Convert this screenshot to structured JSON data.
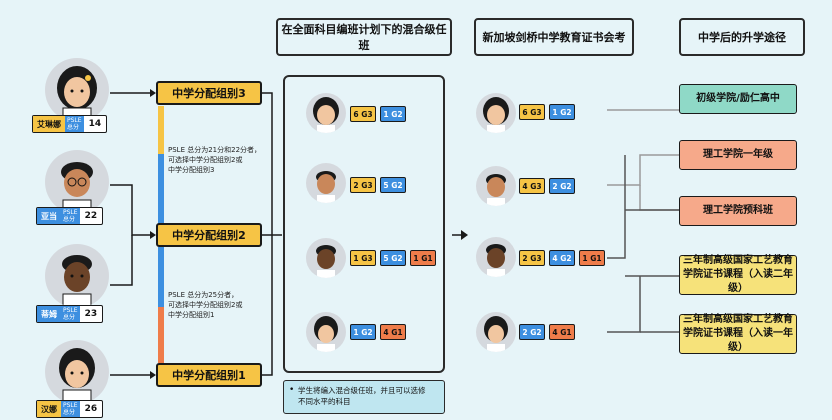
{
  "headers": {
    "col1": "在全面科目编班计划下的混合级任班",
    "col2": "新加坡剑桥中学教育证书会考",
    "col3": "中学后的升学途径"
  },
  "students": [
    {
      "name": "艾琳娜",
      "psle": "PSLE\n总分",
      "score": "14"
    },
    {
      "name": "亚当",
      "psle": "PSLE\n总分",
      "score": "22"
    },
    {
      "name": "蒂姆",
      "psle": "PSLE\n总分",
      "score": "23"
    },
    {
      "name": "汉娜",
      "psle": "PSLE\n总分",
      "score": "26"
    }
  ],
  "streams": {
    "g3": "中学分配组别3",
    "g2": "中学分配组别2",
    "g1": "中学分配组别1"
  },
  "notes": {
    "upper": "PSLE 总分为21分和22分者，\n可选择中学分配组别2或\n中学分配组别3",
    "lower": "PSLE 总分为25分者，\n可选择中学分配组别2或\n中学分配组别1"
  },
  "mixed_class": [
    [
      "6 G3",
      "1 G2"
    ],
    [
      "2 G3",
      "5 G2"
    ],
    [
      "1 G3",
      "5 G2",
      "1 G1"
    ],
    [
      "1 G2",
      "4 G1"
    ]
  ],
  "exam": [
    [
      "6 G3",
      "1 G2"
    ],
    [
      "4 G3",
      "2 G2"
    ],
    [
      "2 G3",
      "4 G2",
      "1 G1"
    ],
    [
      "2 G2",
      "4 G1"
    ]
  ],
  "footnote": "学生将编入混合级任班，并且可以选修\n不同水平的科目",
  "pathways": [
    "初级学院/励仁高中",
    "理工学院一年级",
    "理工学院预科班",
    "三年制高级国家工艺教育学院证书课程（入读二年级）",
    "三年制高级国家工艺教育学院证书课程（入读一年级）"
  ],
  "colors": {
    "g3": "#f6c445",
    "g2": "#3d8fe0",
    "g1": "#ef7c4a",
    "jc": "#8fd9c7",
    "poly": "#f6a98a",
    "ite": "#f6e27a"
  }
}
